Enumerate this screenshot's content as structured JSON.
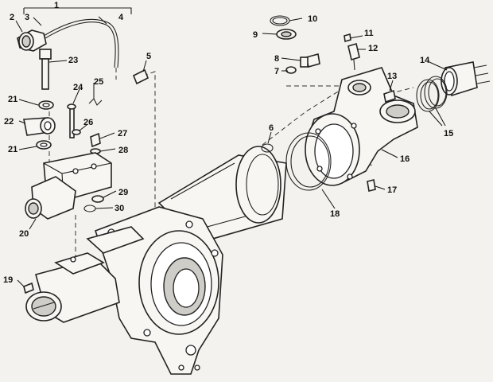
{
  "callouts": [
    {
      "id": "1",
      "text": "1"
    },
    {
      "id": "2",
      "text": "2"
    },
    {
      "id": "3",
      "text": "3"
    },
    {
      "id": "4",
      "text": "4"
    },
    {
      "id": "5",
      "text": "5"
    },
    {
      "id": "6",
      "text": "6"
    },
    {
      "id": "7",
      "text": "7"
    },
    {
      "id": "8",
      "text": "8"
    },
    {
      "id": "9",
      "text": "9"
    },
    {
      "id": "10",
      "text": "10"
    },
    {
      "id": "11",
      "text": "11"
    },
    {
      "id": "12",
      "text": "12"
    },
    {
      "id": "13",
      "text": "13"
    },
    {
      "id": "14",
      "text": "14"
    },
    {
      "id": "15",
      "text": "15"
    },
    {
      "id": "16",
      "text": "16"
    },
    {
      "id": "17",
      "text": "17"
    },
    {
      "id": "18",
      "text": "18"
    },
    {
      "id": "19",
      "text": "19"
    },
    {
      "id": "20",
      "text": "20"
    },
    {
      "id": "21a",
      "text": "21"
    },
    {
      "id": "21b",
      "text": "21"
    },
    {
      "id": "22",
      "text": "22"
    },
    {
      "id": "23",
      "text": "23"
    },
    {
      "id": "24",
      "text": "24"
    },
    {
      "id": "25",
      "text": "25"
    },
    {
      "id": "26",
      "text": "26"
    },
    {
      "id": "27",
      "text": "27"
    },
    {
      "id": "28",
      "text": "28"
    },
    {
      "id": "29",
      "text": "29"
    },
    {
      "id": "30",
      "text": "30"
    }
  ]
}
